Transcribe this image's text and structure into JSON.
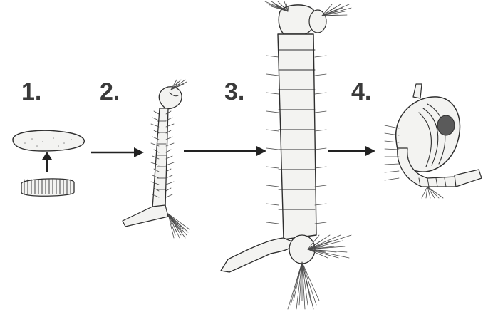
{
  "stages": [
    {
      "number": "1."
    },
    {
      "number": "2."
    },
    {
      "number": "3."
    },
    {
      "number": "4."
    }
  ]
}
